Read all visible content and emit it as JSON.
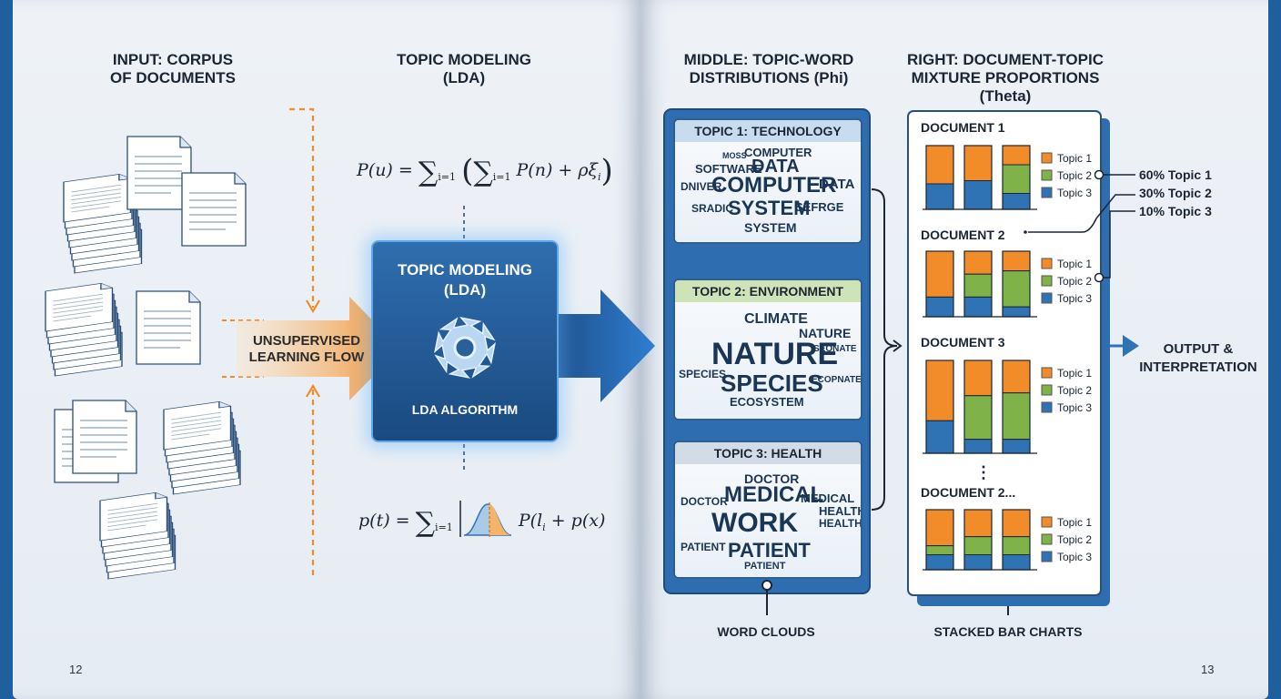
{
  "headers": {
    "input": "INPUT: CORPUS\nOF DOCUMENTS",
    "lda": "TOPIC MODELING\n(LDA)",
    "middle": "MIDDLE: TOPIC-WORD\nDISTRIBUTIONS (Phi)",
    "right": "RIGHT: DOCUMENT-TOPIC\nMIXTURE PROPORTIONS\n(Theta)"
  },
  "flow_label": "UNSUPERVISED\nLEARNING FLOW",
  "lda_box": {
    "title": "TOPIC MODELING\n(LDA)",
    "subtitle": "LDA ALGORITHM",
    "icon": "gear-icon"
  },
  "equations": {
    "top": "P(u) = Σ (Σ P(n) + ρξi)",
    "bottom": "p(t) = Σ P(li + p(x)"
  },
  "topics": [
    {
      "title": "TOPIC 1: TECHNOLOGY",
      "header_color": "#c8dcef",
      "words": [
        "MOSS",
        "COMPUTER",
        "SOFTWARE",
        "DATA",
        "DNIVER",
        "COMPUTER",
        "DATA",
        "SRADIC",
        "SYSTEM",
        "SEFRGE",
        "SYSTEM"
      ]
    },
    {
      "title": "TOPIC 2: ENVIRONMENT",
      "header_color": "#cfe3b8",
      "words": [
        "CLIMATE",
        "NATURE",
        "NATURE",
        "SPECIES",
        "SPECIES",
        "ECOSYSTEM",
        "ECOPNATE",
        "SEONATE"
      ]
    },
    {
      "title": "TOPIC 3: HEALTH",
      "header_color": "#d3dce6",
      "words": [
        "DOCTOR",
        "DOCTOR",
        "MEDICAL",
        "MEDICAL",
        "WORK",
        "HEALTH",
        "HEALTH",
        "PATIENT",
        "PATIENT",
        "PATIENT"
      ]
    }
  ],
  "word_clouds_label": "WORD CLOUDS",
  "stacked_label": "STACKED BAR CHARTS",
  "output_label": "OUTPUT &\nINTERPRETATION",
  "chart_data": {
    "type": "bar",
    "stacked": true,
    "series_names": [
      "Topic 1",
      "Topic 2",
      "Topic 3"
    ],
    "colors": {
      "topic1": "#f28c28",
      "topic2": "#7fb34a",
      "topic3": "#2f73b5"
    },
    "documents": [
      {
        "title": "DOCUMENT 1",
        "bars": [
          [
            0.6,
            0.0,
            0.4
          ],
          [
            0.55,
            0.0,
            0.45
          ],
          [
            0.3,
            0.45,
            0.25
          ]
        ]
      },
      {
        "title": "DOCUMENT 2",
        "bars": [
          [
            0.7,
            0.0,
            0.3
          ],
          [
            0.35,
            0.35,
            0.3
          ],
          [
            0.3,
            0.55,
            0.15
          ]
        ]
      },
      {
        "title": "DOCUMENT 3",
        "bars": [
          [
            0.65,
            0.0,
            0.35
          ],
          [
            0.38,
            0.47,
            0.15
          ],
          [
            0.35,
            0.5,
            0.15
          ]
        ]
      },
      {
        "title": "DOCUMENT 2...",
        "bars": [
          [
            0.6,
            0.15,
            0.25
          ],
          [
            0.45,
            0.3,
            0.25
          ],
          [
            0.45,
            0.3,
            0.25
          ]
        ]
      }
    ],
    "ellipsis": "⋮",
    "annotation": [
      "60% Topic 1",
      "30% Topic 2",
      "10% Topic 3"
    ]
  },
  "page_numbers": {
    "left": "12",
    "right": "13"
  }
}
